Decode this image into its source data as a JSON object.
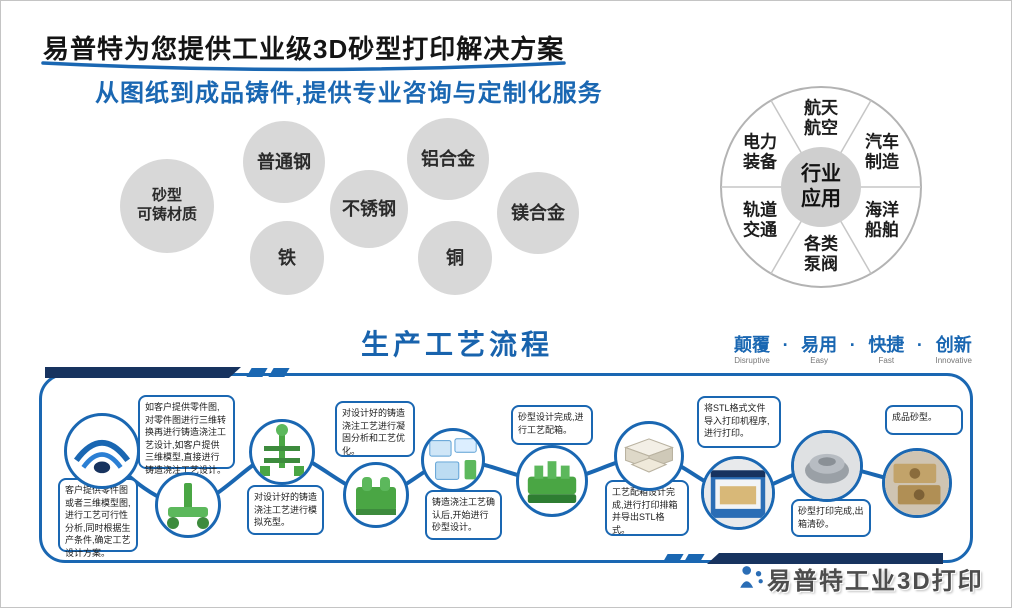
{
  "colors": {
    "accent_blue": "#1a67b2",
    "dark_navy": "#17335f",
    "circle_gray": "#d8d8d8",
    "model_green": "#4aa644"
  },
  "header": {
    "title": "易普特为您提供工业级3D砂型打印解决方案",
    "subtitle": "从图纸到成品铸件,提供专业咨询与定制化服务"
  },
  "materials": {
    "label": "砂型\n可铸材质",
    "items": [
      "普通钢",
      "不锈钢",
      "铝合金",
      "铁",
      "铜",
      "镁合金"
    ]
  },
  "industry": {
    "center": "行业\n应用",
    "segments": [
      "航天\n航空",
      "汽车\n制造",
      "海洋\n船舶",
      "各类\n泵阀",
      "轨道\n交通",
      "电力\n装备"
    ]
  },
  "process": {
    "title": "生产工艺流程",
    "separator": "·",
    "slogan": [
      {
        "cn": "颠覆",
        "en": "Disruptive"
      },
      {
        "cn": "易用",
        "en": "Easy"
      },
      {
        "cn": "快捷",
        "en": "Fast"
      },
      {
        "cn": "创新",
        "en": "Innovative"
      }
    ],
    "steps": [
      {
        "text": "客户提供零件图或者三维模型图,进行工艺可行性分析,同时根据生产条件,确定工艺设计方案。"
      },
      {
        "text": "如客户提供零件图,对零件图进行三维转换再进行铸造浇注工艺设计,如客户提供三维模型,直接进行铸造浇注工艺设计。"
      },
      {
        "text": "对设计好的铸造浇注工艺进行模拟充型。"
      },
      {
        "text": "对设计好的铸造浇注工艺进行凝固分析和工艺优化。"
      },
      {
        "text": "铸造浇注工艺确认后,开始进行砂型设计。"
      },
      {
        "text": "砂型设计完成,进行工艺配箱。"
      },
      {
        "text": "工艺配箱设计完成,进行打印排箱并导出STL格式。"
      },
      {
        "text": "将STL格式文件导入打印机程序,进行打印。"
      },
      {
        "text": "砂型打印完成,出箱清砂。"
      },
      {
        "text": "成品砂型。"
      }
    ]
  },
  "footer": {
    "brand": "易普特工业3D打印"
  }
}
